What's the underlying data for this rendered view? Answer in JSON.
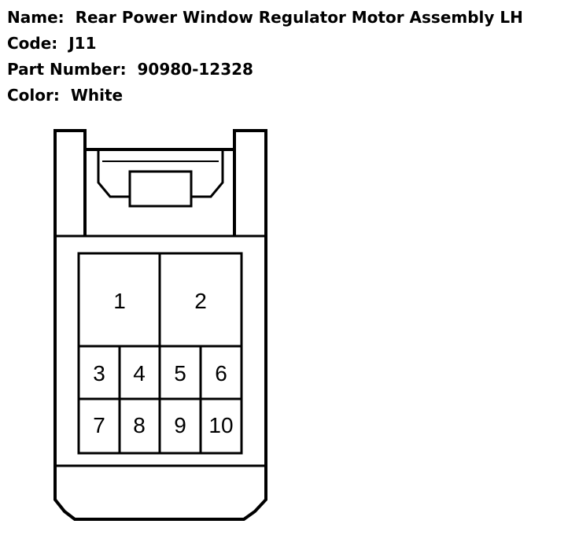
{
  "info": {
    "name_label": "Name:",
    "name_value": "Rear Power Window Regulator Motor Assembly LH",
    "code_label": "Code:",
    "code_value": "J11",
    "part_label": "Part Number:",
    "part_value": "90980-12328",
    "color_label": "Color:",
    "color_value": "White"
  },
  "pins": {
    "p1": "1",
    "p2": "2",
    "p3": "3",
    "p4": "4",
    "p5": "5",
    "p6": "6",
    "p7": "7",
    "p8": "8",
    "p9": "9",
    "p10": "10"
  }
}
